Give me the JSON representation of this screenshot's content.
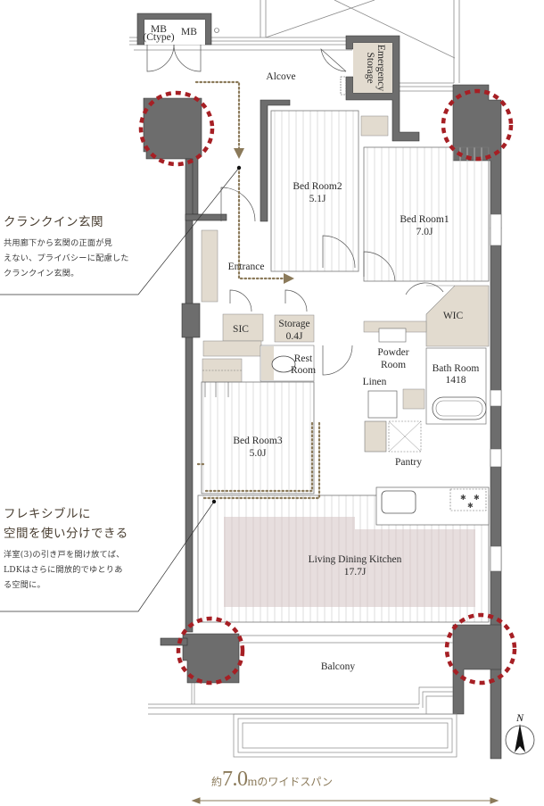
{
  "rooms": {
    "mb_ctype_line1": "MB",
    "mb_ctype_line2": "(Ctype)",
    "mb": "MB",
    "alcove": "Alcove",
    "emergency_storage_line1": "Emergency",
    "emergency_storage_line2": "Storage",
    "bedroom2_name": "Bed Room2",
    "bedroom2_size": "5.1J",
    "bedroom1_name": "Bed Room1",
    "bedroom1_size": "7.0J",
    "entrance": "Entrance",
    "wic": "WIC",
    "sic": "SIC",
    "storage_name": "Storage",
    "storage_size": "0.4J",
    "restroom_line1": "Rest",
    "restroom_line2": "Room",
    "powder_line1": "Powder",
    "powder_line2": "Room",
    "linen": "Linen",
    "bath_name": "Bath Room",
    "bath_size": "1418",
    "bedroom3_name": "Bed Room3",
    "bedroom3_size": "5.0J",
    "pantry": "Pantry",
    "ldk_name": "Living Dining Kitchen",
    "ldk_size": "17.7J",
    "balcony": "Balcony"
  },
  "callouts": {
    "crank_in": {
      "title": "クランクイン玄関",
      "body_line1": "共用廊下から玄関の正面が見",
      "body_line2": "えない、プライバシーに配慮した",
      "body_line3": "クランクイン玄関。"
    },
    "flexible": {
      "title_line1": "フレキシブルに",
      "title_line2": "空間を使い分けできる",
      "body_line1": "洋室(3)の引き戸を開け放てば、",
      "body_line2": "LDKはさらに開放的でゆとりあ",
      "body_line3": "る空間に。"
    }
  },
  "compass": {
    "label": "N"
  },
  "span": {
    "prefix": "約",
    "number": "7.0",
    "unit": "m",
    "suffix": "のワイドスパン"
  },
  "colors": {
    "wall": "#6d6d6d",
    "storage_fill": "#e2dbcf",
    "ldk_fill": "#e7dede",
    "highlight_circle": "#a61f24",
    "route_dots": "#8b7a5a",
    "accent_text": "#8b7a5a"
  }
}
